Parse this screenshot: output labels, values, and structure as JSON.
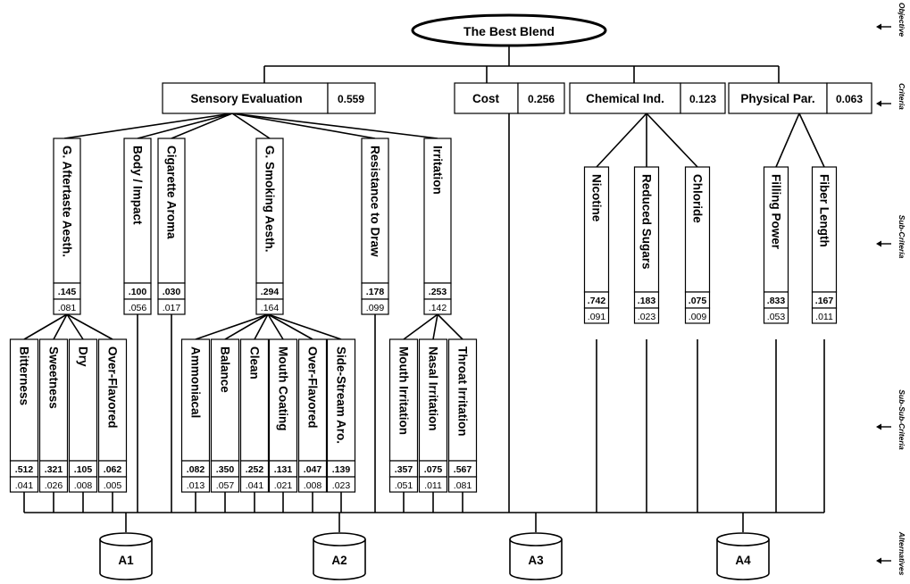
{
  "goal": {
    "label": "The Best Blend"
  },
  "levels": [
    "Objective",
    "Criteria",
    "Sub-Criteria",
    "Sub-Sub-Criteria",
    "Alternatives"
  ],
  "criteria": [
    {
      "id": "c1",
      "label": "Sensory Evaluation",
      "weight": "0.559"
    },
    {
      "id": "c2",
      "label": "Cost",
      "weight": "0.256"
    },
    {
      "id": "c3",
      "label": "Chemical Ind.",
      "weight": "0.123"
    },
    {
      "id": "c4",
      "label": "Physical Par.",
      "weight": "0.063"
    }
  ],
  "subcriteria": [
    {
      "id": "s1",
      "parent": "c1",
      "label": "G. Aftertaste Aesth.",
      "local": ".145",
      "global": ".081"
    },
    {
      "id": "s2",
      "parent": "c1",
      "label": "Body / Impact",
      "local": ".100",
      "global": ".056"
    },
    {
      "id": "s3",
      "parent": "c1",
      "label": "Cigarette Aroma",
      "local": ".030",
      "global": ".017"
    },
    {
      "id": "s4",
      "parent": "c1",
      "label": "G. Smoking Aesth.",
      "local": ".294",
      "global": ".164"
    },
    {
      "id": "s5",
      "parent": "c1",
      "label": "Resistance to Draw",
      "local": ".178",
      "global": ".099"
    },
    {
      "id": "s6",
      "parent": "c1",
      "label": "Irritation",
      "local": ".253",
      "global": ".142"
    },
    {
      "id": "s7",
      "parent": "c3",
      "label": "Nicotine",
      "local": ".742",
      "global": ".091"
    },
    {
      "id": "s8",
      "parent": "c3",
      "label": "Reduced Sugars",
      "local": ".183",
      "global": ".023"
    },
    {
      "id": "s9",
      "parent": "c3",
      "label": "Chloride",
      "local": ".075",
      "global": ".009"
    },
    {
      "id": "s10",
      "parent": "c4",
      "label": "Filling Power",
      "local": ".833",
      "global": ".053"
    },
    {
      "id": "s11",
      "parent": "c4",
      "label": "Fiber Length",
      "local": ".167",
      "global": ".011"
    }
  ],
  "subsubcriteria": [
    {
      "id": "x1",
      "parent": "s1",
      "label": "Bitterness",
      "local": ".512",
      "global": ".041"
    },
    {
      "id": "x2",
      "parent": "s1",
      "label": "Sweetness",
      "local": ".321",
      "global": ".026"
    },
    {
      "id": "x3",
      "parent": "s1",
      "label": "Dry",
      "local": ".105",
      "global": ".008"
    },
    {
      "id": "x4",
      "parent": "s1",
      "label": "Over-Flavored",
      "local": ".062",
      "global": ".005"
    },
    {
      "id": "x5",
      "parent": "s4",
      "label": "Ammoniacal",
      "local": ".082",
      "global": ".013"
    },
    {
      "id": "x6",
      "parent": "s4",
      "label": "Balance",
      "local": ".350",
      "global": ".057"
    },
    {
      "id": "x7",
      "parent": "s4",
      "label": "Clean",
      "local": ".252",
      "global": ".041"
    },
    {
      "id": "x8",
      "parent": "s4",
      "label": "Mouth Coating",
      "local": ".131",
      "global": ".021"
    },
    {
      "id": "x9",
      "parent": "s4",
      "label": "Over-Flavored",
      "local": ".047",
      "global": ".008"
    },
    {
      "id": "x10",
      "parent": "s4",
      "label": "Side-Stream Aro.",
      "local": ".139",
      "global": ".023"
    },
    {
      "id": "x11",
      "parent": "s6",
      "label": "Mouth Irritation",
      "local": ".357",
      "global": ".051"
    },
    {
      "id": "x12",
      "parent": "s6",
      "label": "Nasal Irritation",
      "local": ".075",
      "global": ".011"
    },
    {
      "id": "x13",
      "parent": "s6",
      "label": "Throat Irritation",
      "local": ".567",
      "global": ".081"
    }
  ],
  "alternatives": [
    "A1",
    "A2",
    "A3",
    "A4"
  ]
}
